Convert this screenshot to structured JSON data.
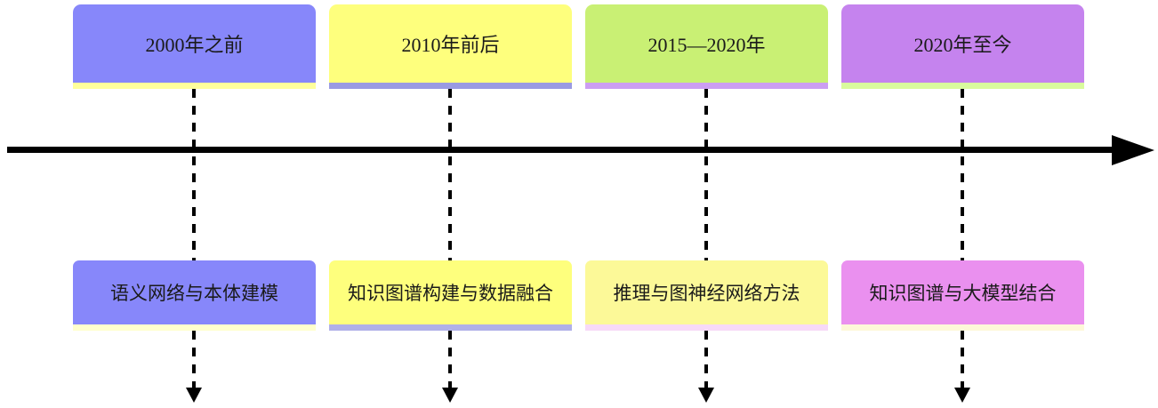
{
  "diagram": {
    "type": "timeline",
    "orientation": "horizontal",
    "axis_color": "#000000",
    "text_color": "#1a1a1a",
    "columns": [
      {
        "period": "2000年之前",
        "topic": "语义网络与本体建模",
        "top_fill": "#8787fa",
        "top_strip": "#ffff9c",
        "bottom_fill": "#8787fa",
        "bottom_strip": "#ffffcd"
      },
      {
        "period": "2010年前后",
        "topic": "知识图谱构建与数据融合",
        "top_fill": "#feff7d",
        "top_strip": "#9a9ae2",
        "bottom_fill": "#feff7d",
        "bottom_strip": "#b0b0e8"
      },
      {
        "period": "2015—2020年",
        "topic": "推理与图神经网络方法",
        "top_fill": "#c9f074",
        "top_strip": "#cc9ef2",
        "bottom_fill": "#fcf998",
        "bottom_strip": "#f7d9f7"
      },
      {
        "period": "2020年至今",
        "topic": "知识图谱与大模型结合",
        "top_fill": "#c583ee",
        "top_strip": "#d9fb9d",
        "bottom_fill": "#ea90ef",
        "bottom_strip": "#fdf8d8"
      }
    ]
  }
}
